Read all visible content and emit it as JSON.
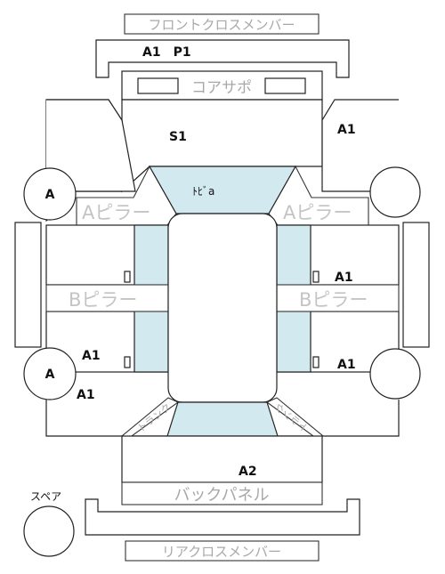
{
  "labels": {
    "front_cross_member": "フロントクロスメンバー",
    "core_support": "コアサポ",
    "a_pillar": "Aピラー",
    "b_pillar": "Bピラー",
    "back_panel": "バックパネル",
    "rear_cross_member": "リアクロスメンバー",
    "spare": "スペア",
    "trunk_left": "トランク",
    "trunk_right": "トランク",
    "toeboard": "ﾄﾋﾞa"
  },
  "codes": {
    "front_member": "A1　P1",
    "core_support_center": "S1",
    "front_right_inner": "A1",
    "a_wheel_left_front": "A",
    "a_wheel_left_rear": "A",
    "right_mid_rocker": "A1",
    "rear_left_upper": "A1",
    "rear_left_lower": "A1",
    "rear_right": "A1",
    "rear_floor": "A2"
  },
  "colors": {
    "line": "#222222",
    "panel_cyan": "#d3e9f0",
    "label_grey": "#a8a8a8"
  }
}
